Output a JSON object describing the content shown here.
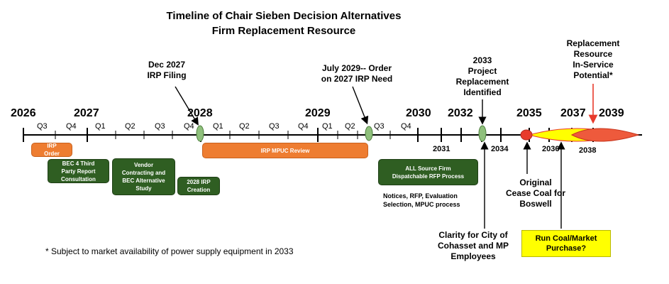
{
  "title_line1": "Timeline of Chair Sieben Decision Alternatives",
  "title_line2": "Firm Replacement Resource",
  "years_top": [
    "2026",
    "2027",
    "2028",
    "2029",
    "2030",
    "2032",
    "2035",
    "2037",
    "2039"
  ],
  "quarters": {
    "q2026_3": "Q3",
    "q2026_4": "Q4",
    "q2027_1": "Q1",
    "q2027_2": "Q2",
    "q2027_3": "Q3",
    "q2027_4": "Q4",
    "q2028_1": "Q1",
    "q2028_2": "Q2",
    "q2028_3": "Q3",
    "q2028_4": "Q4",
    "q2029_1": "Q1",
    "q2029_2": "Q2",
    "q2029_3": "Q3",
    "q2029_4": "Q4"
  },
  "years_below": [
    "2031",
    "2034",
    "2036",
    "2038"
  ],
  "annotations": {
    "dec2027_l1": "Dec 2027",
    "dec2027_l2": "IRP Filing",
    "july2029_l1": "July 2029-- Order",
    "july2029_l2": "on 2027 IRP Need",
    "p2033_l1": "2033",
    "p2033_l2": "Project",
    "p2033_l3": "Replacement",
    "p2033_l4": "Identified",
    "repl_l1": "Replacement",
    "repl_l2": "Resource",
    "repl_l3": "In-Service",
    "repl_l4": "Potential*",
    "orig_l1": "Original",
    "orig_l2": "Cease Coal for",
    "orig_l3": "Boswell",
    "clarity_l1": "Clarity for City of",
    "clarity_l2": "Cohasset  and MP",
    "clarity_l3": "Employees"
  },
  "boxes": {
    "irp_order_l1": "IRP",
    "irp_order_l2": "Order",
    "bec4_l1": "BEC 4 Third",
    "bec4_l2": "Party Report",
    "bec4_l3": "Consultation",
    "vendor_l1": "Vendor",
    "vendor_l2": "Contracting and",
    "vendor_l3": "BEC Alternative",
    "vendor_l4": "Study",
    "irp2028_l1": "2028 IRP",
    "irp2028_l2": "Creation",
    "mpuc_review": "IRP MPUC Review",
    "allsource_l1": "ALL Source Firm",
    "allsource_l2": "Dispatchable RFP  Process",
    "run_coal_l1": "Run Coal/Market",
    "run_coal_l2": "Purchase?"
  },
  "notes": {
    "notices_l1": "Notices, RFP, Evaluation",
    "notices_l2": "Selection, MPUC process"
  },
  "footnote": "* Subject to market availability of power supply equipment in 2033",
  "colors": {
    "green": "#2f5e22",
    "orange": "#ee7d31",
    "marker_green": "#8fc07c",
    "red": "#e83b2c",
    "yellow": "#ffff00"
  }
}
